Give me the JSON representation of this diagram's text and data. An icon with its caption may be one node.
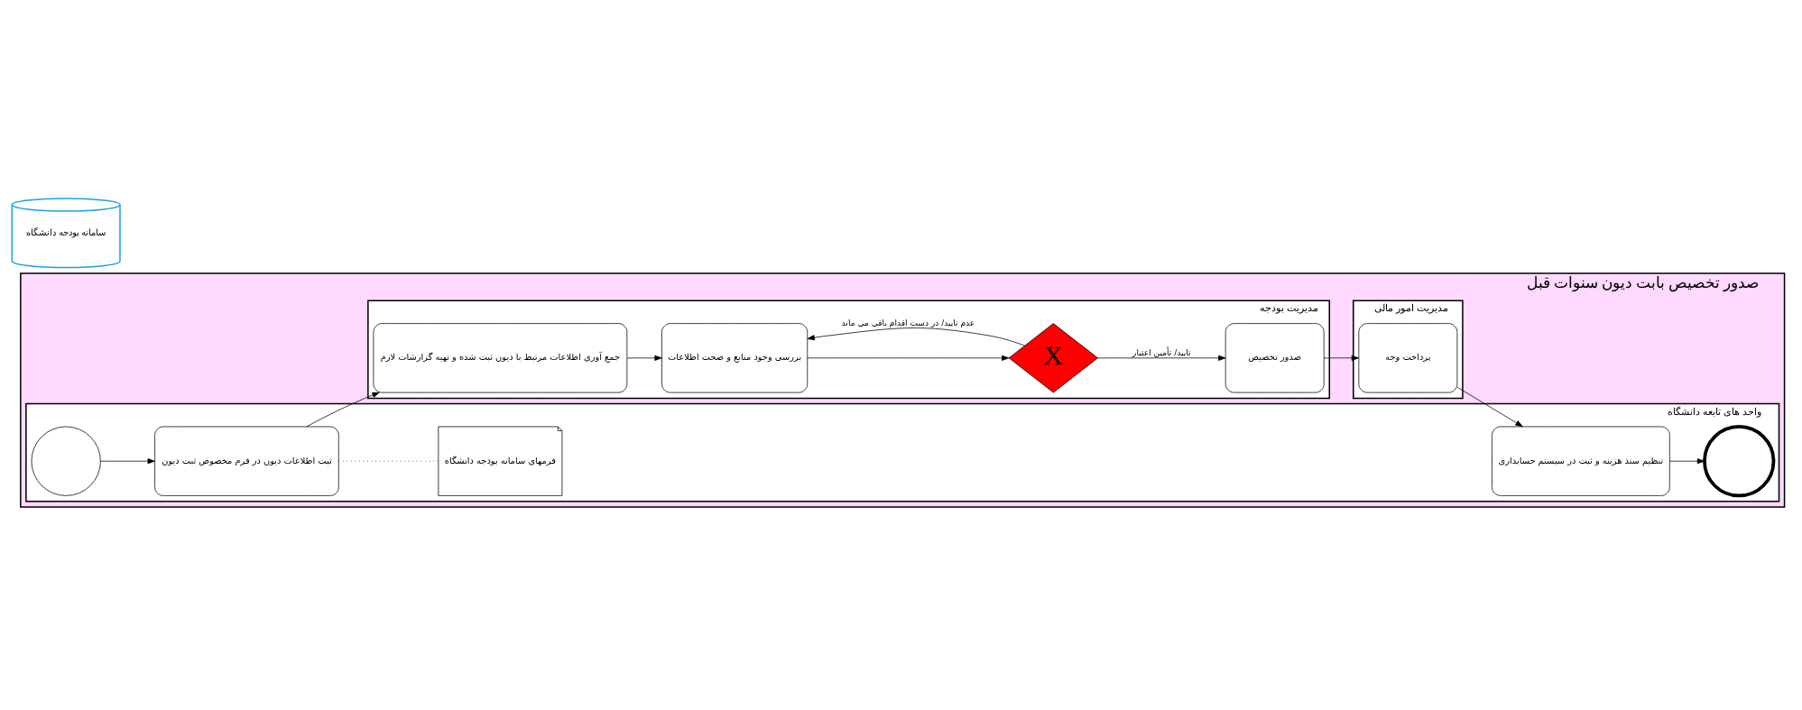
{
  "diagram": {
    "nodes": [
      {
        "text": [
          "صدور تخصیص بابت دیون سنوات قبل"
        ]
      },
      {
        "text": [
          "واحد های تابعه دانشگاه"
        ],
        "in": 0
      },
      {
        "text": [],
        "shape": "circle",
        "in": 1
      },
      {
        "text": [
          "ثبت اطلاعات دیون در فرم مخصوص ثبت دیون"
        ],
        "in": 1
      },
      {
        "text": [
          "فرمهای سامانه بودجه دانشگاه"
        ],
        "in": 1
      },
      {
        "text": [
          "تنظیم سند هزینه و ثبت در سیستم حسابداری"
        ],
        "in": 1
      },
      {
        "text": [],
        "shape": "circle",
        "in": 1
      },
      {
        "text": [
          "مدیریت بودجه"
        ],
        "in": 0
      },
      {
        "text": [
          "جمع آوری اطلاعات مرتبط با دیون ثبت شده و تهیه گزارشات لازم"
        ],
        "in": 7
      },
      {
        "text": [
          "بررسی وجود منابع و صحت اطلاعات"
        ],
        "in": 7
      },
      {
        "text": [
          "X"
        ],
        "in": 7
      },
      {
        "text": [
          "صدور تخصیص"
        ],
        "in": 7
      },
      {
        "text": [
          "مدیریت امور مالی"
        ],
        "in": 0
      },
      {
        "text": [
          "پرداخت وجه"
        ],
        "in": 12
      },
      {
        "text": [
          "سامانه بودجه دانشگاه"
        ]
      }
    ],
    "edges": [
      {
        "from": 2,
        "to": 3,
        "arrow": "to"
      },
      {
        "from": 3,
        "to": 4,
        "arrow": "none",
        "style": "dashed"
      },
      {
        "from": 3,
        "to": 8,
        "arrow": "to"
      },
      {
        "from": 8,
        "to": 9,
        "arrow": "to"
      },
      {
        "from": 9,
        "to": 10,
        "arrow": "to"
      },
      {
        "from": 10,
        "to": 9,
        "arrow": "to",
        "label": "عدم تایید/ در دست اقدام باقی می ماند"
      },
      {
        "from": 10,
        "to": 11,
        "arrow": "to",
        "label": "تایید/ تأمین اعتبار"
      },
      {
        "from": 11,
        "to": 13,
        "arrow": "to"
      },
      {
        "from": 13,
        "to": 5,
        "arrow": "to"
      },
      {
        "from": 5,
        "to": 6,
        "arrow": "to"
      }
    ]
  }
}
